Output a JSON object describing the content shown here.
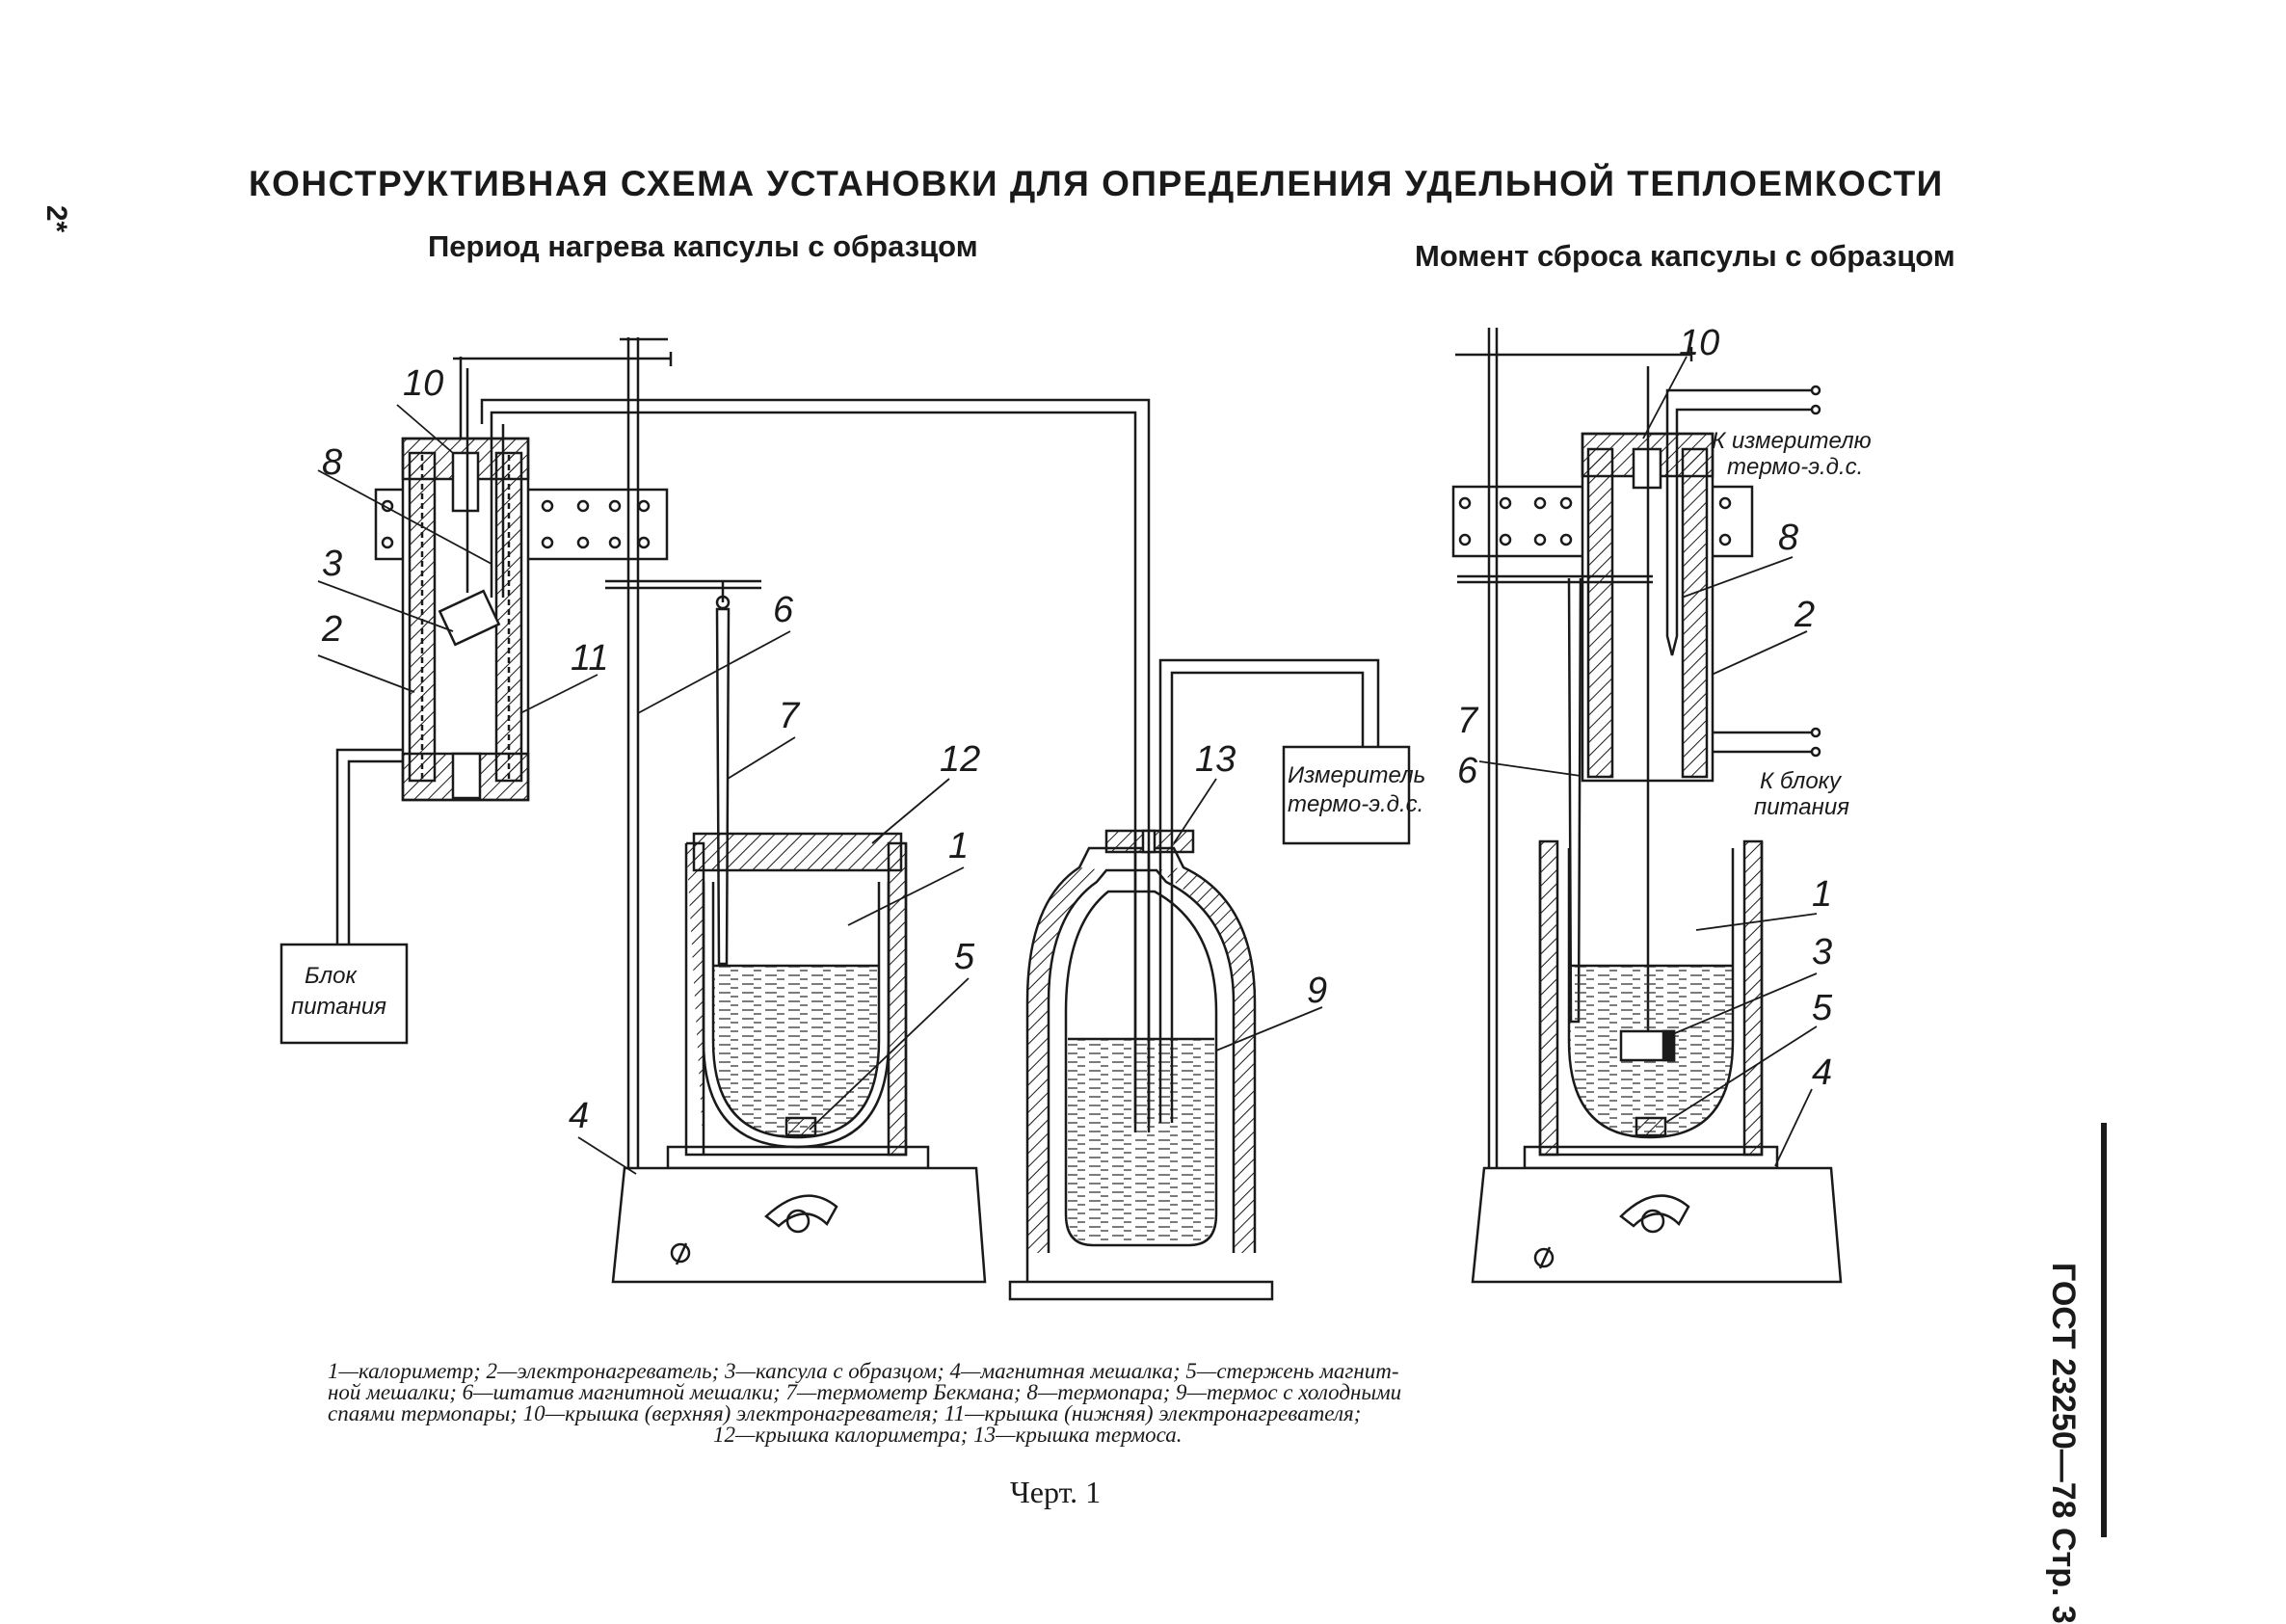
{
  "page_mark": "2*",
  "title": "КОНСТРУКТИВНАЯ СХЕМА УСТАНОВКИ ДЛЯ ОПРЕДЕЛЕНИЯ УДЕЛЬНОЙ ТЕПЛОЕМКОСТИ",
  "subtitle_left": "Период нагрева капсулы с образцом",
  "subtitle_right": "Момент сброса капсулы с образцом",
  "side_code": "ГОСТ 23250—78 Стр. 3",
  "caption": "Черт. 1",
  "legend_lines": [
    "1—калориметр; 2—электронагреватель; 3—капсула с образцом; 4—магнитная мешалка; 5—стержень магнит-",
    "ной мешалки; 6—штатив магнитной мешалки; 7—термометр Бекмана; 8—термопара; 9—термос с холодными",
    "спаями термопары; 10—крышка (верхняя) электронагревателя; 11—крышка (нижняя) электронагревателя;",
    "12—крышка калориметра; 13—крышка термоса."
  ],
  "labels": {
    "n1": "1",
    "n2": "2",
    "n3": "3",
    "n4": "4",
    "n5": "5",
    "n6": "6",
    "n7": "7",
    "n8": "8",
    "n9": "9",
    "n10": "10",
    "n11": "11",
    "n12": "12",
    "n13": "13",
    "power_block_1": "Блок",
    "power_block_2": "питания",
    "meter_1": "Измеритель",
    "meter_2": "термо-э.д.с.",
    "to_meter_1": "К измерителю",
    "to_meter_2": "термо-э.д.с.",
    "to_power_1": "К блоку",
    "to_power_2": "питания"
  }
}
